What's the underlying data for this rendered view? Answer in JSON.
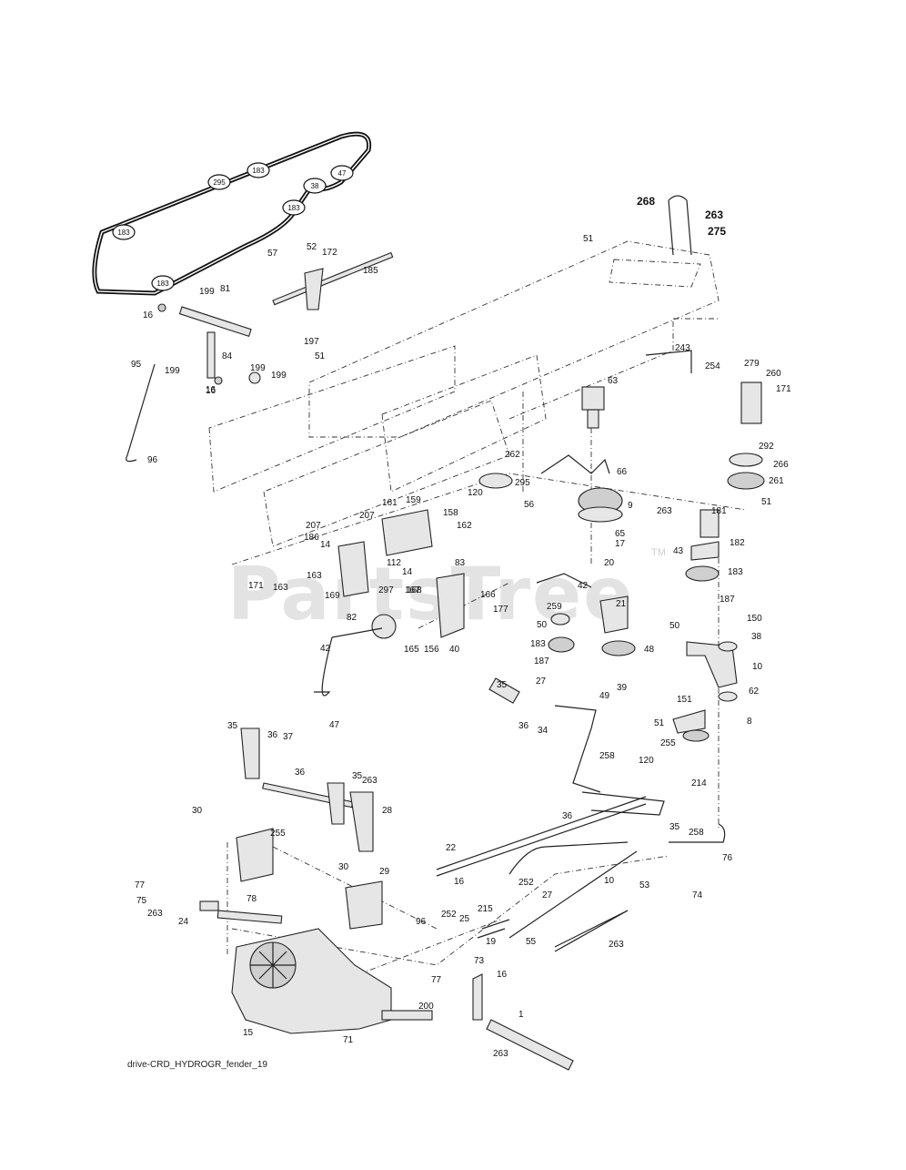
{
  "diagram": {
    "watermark": "PartsTree",
    "watermark_tm": "TM",
    "footer": "drive-CRD_HYDROGR_fender_19",
    "belt_pulley_labels": [
      "183",
      "295",
      "183",
      "47",
      "38",
      "183",
      "183"
    ],
    "callouts": [
      "57",
      "52",
      "172",
      "185",
      "199",
      "81",
      "16",
      "16",
      "199",
      "84",
      "51",
      "199",
      "197",
      "95",
      "199",
      "16",
      "96",
      "51",
      "268",
      "263",
      "275",
      "243",
      "254",
      "279",
      "260",
      "171",
      "63",
      "292",
      "266",
      "262",
      "295",
      "66",
      "261",
      "120",
      "56",
      "9",
      "51",
      "263",
      "181",
      "65",
      "17",
      "182",
      "43",
      "20",
      "183",
      "187",
      "161",
      "159",
      "207",
      "158",
      "162",
      "207",
      "186",
      "14",
      "112",
      "14",
      "83",
      "163",
      "297",
      "167",
      "169",
      "171",
      "163",
      "168",
      "166",
      "177",
      "42",
      "259",
      "21",
      "82",
      "165",
      "156",
      "40",
      "50",
      "50",
      "150",
      "38",
      "183",
      "48",
      "10",
      "42",
      "187",
      "39",
      "27",
      "151",
      "62",
      "35",
      "36",
      "34",
      "49",
      "51",
      "8",
      "47",
      "255",
      "35",
      "36",
      "37",
      "258",
      "120",
      "214",
      "36",
      "35",
      "263",
      "30",
      "255",
      "28",
      "36",
      "35",
      "258",
      "22",
      "16",
      "30",
      "29",
      "252",
      "10",
      "53",
      "76",
      "77",
      "78",
      "75",
      "263",
      "96",
      "252",
      "25",
      "215",
      "27",
      "74",
      "24",
      "19",
      "55",
      "263",
      "73",
      "16",
      "77",
      "200",
      "1",
      "15",
      "71",
      "263"
    ]
  }
}
